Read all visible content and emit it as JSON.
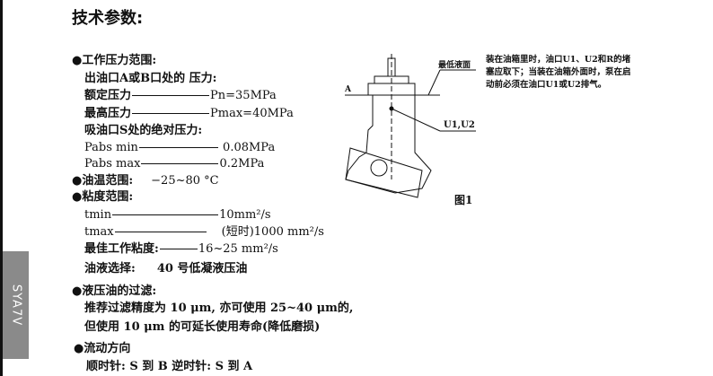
{
  "side_tab": "SYA7V",
  "title": "技术参数:",
  "pressure": {
    "heading": "●工作压力范围:",
    "outlet": "出油口A或B口处的 压力:",
    "rated_label": "额定压力",
    "rated_value": "Pn=35MPa",
    "max_label": "最高压力",
    "max_value": "Pmax=40MPa",
    "inlet": "吸油口S处的绝对压力:",
    "pabs_min_label": "Pabs min",
    "pabs_min_value": "0.08MPa",
    "pabs_max_label": "Pabs max",
    "pabs_max_value": "0.2MPa"
  },
  "temp": {
    "heading": "●油温范围:",
    "value": "−25~80 °C"
  },
  "viscosity": {
    "heading": "●粘度范围:",
    "tmin_label": "tmin",
    "tmin_value": "10mm²/s",
    "tmax_label": "tmax",
    "tmax_value": "(短时)1000 mm²/s",
    "best_label": "最佳工作粘度:",
    "best_value": "16~25 mm²/s",
    "oil_label": "油液选择:",
    "oil_value": "40 号低凝液压油"
  },
  "filter": {
    "heading": "●液压油的过滤:",
    "line1": "推荐过滤精度为 10 μm, 亦可使用 25~40 μm的,",
    "line2": "但使用 10 μm 的可延长使用寿命(降低磨损)"
  },
  "flow": {
    "heading": "●流动方向",
    "value": "顺时针: S 到 B  逆时针: S 到 A"
  },
  "figure": {
    "label_min_level": "最低液面",
    "label_a": "A",
    "label_u": "U1,U2",
    "caption": "图1",
    "note": "装在油箱里时，油口U1、U2和R的堵塞应取下；当装在油箱外面时，泵在启动前必须在油口U1或U2排气。"
  }
}
